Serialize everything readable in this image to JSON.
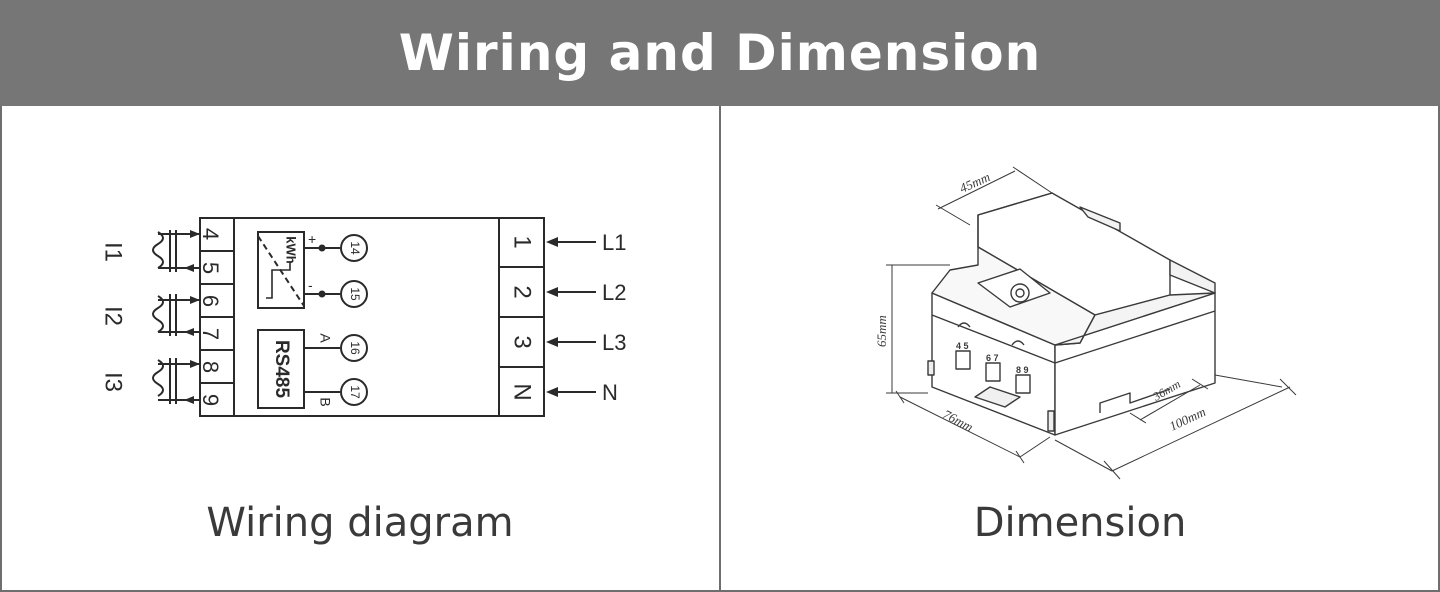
{
  "header": {
    "title": "Wiring and Dimension"
  },
  "panels": {
    "left": {
      "caption": "Wiring diagram",
      "ct_labels": [
        "I1",
        "I2",
        "I3"
      ],
      "left_terminals": [
        "4",
        "5",
        "6",
        "7",
        "8",
        "9"
      ],
      "right_terminals": [
        "1",
        "2",
        "3",
        "N"
      ],
      "line_labels": [
        "L1",
        "L2",
        "L3",
        "N"
      ],
      "pulse_label": "kWh",
      "pulse_plus": "+",
      "pulse_minus": "-",
      "pulse_terminals": [
        "14",
        "15"
      ],
      "comm_label": "RS485",
      "comm_a": "A",
      "comm_b": "B",
      "comm_terminals": [
        "16",
        "17"
      ]
    },
    "right": {
      "caption": "Dimension",
      "dimensions": {
        "top_width": "45mm",
        "height": "65mm",
        "depth": "76mm",
        "rail": "36mm",
        "length": "100mm"
      },
      "terminal_marks": [
        "4 5",
        "6 7",
        "8 9"
      ]
    }
  },
  "colors": {
    "header_bg": "#767676",
    "header_text": "#ffffff",
    "line": "#2a2a2a",
    "caption": "#3a3a3a"
  }
}
